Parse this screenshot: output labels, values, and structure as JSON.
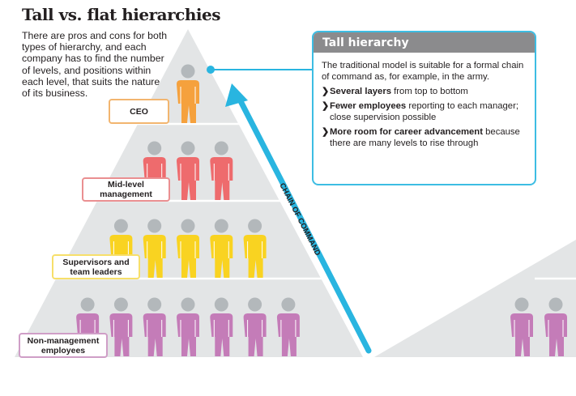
{
  "title": "Tall vs. flat hierarchies",
  "intro": "There are pros and cons for both types of hierarchy, and each company has to find the number of levels, and positions within each level, that suits the nature of its business.",
  "arrow_label": "CHAIN OF COMMAND",
  "colors": {
    "pyramid": "#e3e5e6",
    "arrow": "#29b5e0",
    "head": "#b3b8bb",
    "box_border": "#3dbde3",
    "box_header": "#8b8b8d"
  },
  "levels": [
    {
      "label": "CEO",
      "count": 1,
      "color": "#f5a13d"
    },
    {
      "label": "Mid-level management",
      "count": 3,
      "color": "#ee6b6d"
    },
    {
      "label": "Supervisors and team leaders",
      "count": 5,
      "color": "#f9d321"
    },
    {
      "label": "Non-management employees",
      "count": 7,
      "color": "#c47cb8"
    }
  ],
  "flat_preview": {
    "count": 2,
    "color": "#c47cb8"
  },
  "infobox": {
    "heading": "Tall hierarchy",
    "text": "The traditional model is suitable for a formal chain of command as, for example, in the army.",
    "points": [
      {
        "bold": "Several layers",
        "rest": " from top to bottom"
      },
      {
        "bold": "Fewer employees",
        "rest": " reporting to each manager; close supervision possible"
      },
      {
        "bold": "More room for career advancement",
        "rest": " because there are many levels to rise through"
      }
    ]
  }
}
